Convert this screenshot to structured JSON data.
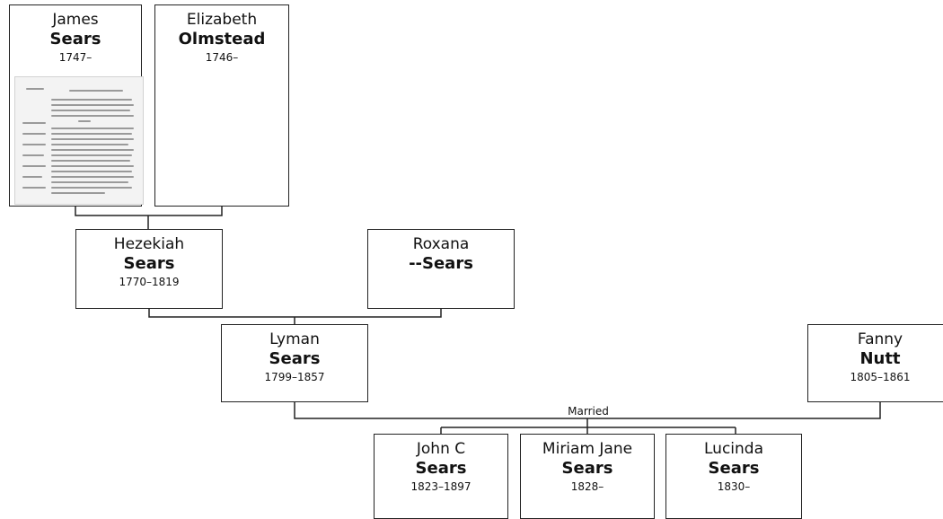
{
  "people": {
    "james": {
      "given": "James",
      "surname": "Sears",
      "dates": "1747–"
    },
    "elizabeth": {
      "given": "Elizabeth",
      "surname": "Olmstead",
      "dates": "1746–"
    },
    "hezekiah": {
      "given": "Hezekiah",
      "surname": "Sears",
      "dates": "1770–1819"
    },
    "roxana": {
      "given": "Roxana",
      "surname": "--Sears",
      "dates": ""
    },
    "lyman": {
      "given": "Lyman",
      "surname": "Sears",
      "dates": "1799–1857"
    },
    "fanny": {
      "given": "Fanny",
      "surname": "Nutt",
      "dates": "1805–1861"
    },
    "john": {
      "given": "John C",
      "surname": "Sears",
      "dates": "1823–1897"
    },
    "miriam": {
      "given": "Miriam Jane",
      "surname": "Sears",
      "dates": "1828–"
    },
    "lucinda": {
      "given": "Lucinda",
      "surname": "Sears",
      "dates": "1830–"
    }
  },
  "connectors": {
    "married_label": "Married"
  },
  "colors": {
    "line": "#222222",
    "box_border": "#222222",
    "background": "#ffffff"
  }
}
